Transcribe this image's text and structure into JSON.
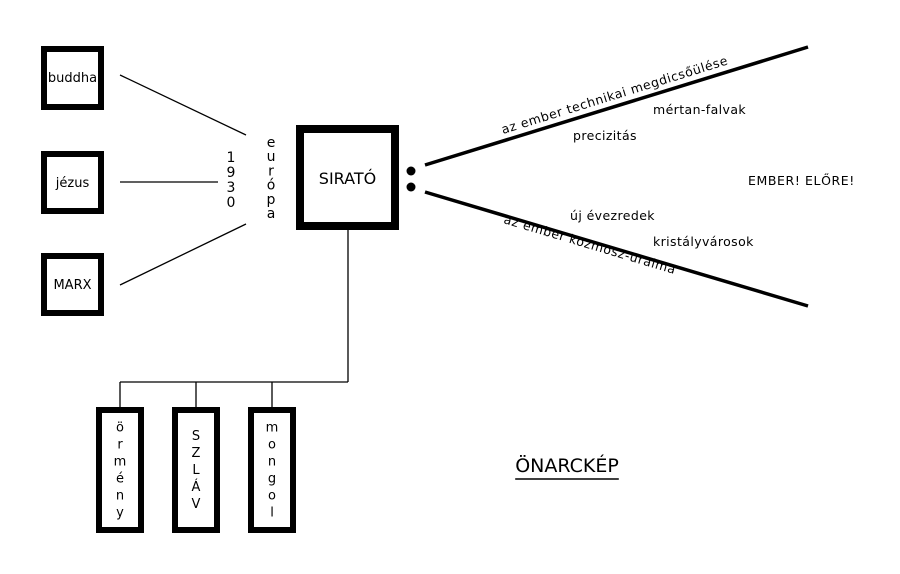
{
  "title": "ÖNARCKÉP",
  "center": "SIRATÓ",
  "year": "1930",
  "place": "európa",
  "left_boxes": [
    "buddha",
    "jézus",
    "MARX"
  ],
  "bottom_boxes": [
    "örmény",
    "SZLÁV",
    "mongol"
  ],
  "upper_ray": "az ember technikai megdicsőülése",
  "lower_ray": "az ember kozmosz-uralma",
  "upper_words": [
    "mértan-falvak",
    "precizitás"
  ],
  "lower_words": [
    "új évezredek",
    "kristályvárosok"
  ],
  "exclamation": "EMBER! ELŐRE!"
}
